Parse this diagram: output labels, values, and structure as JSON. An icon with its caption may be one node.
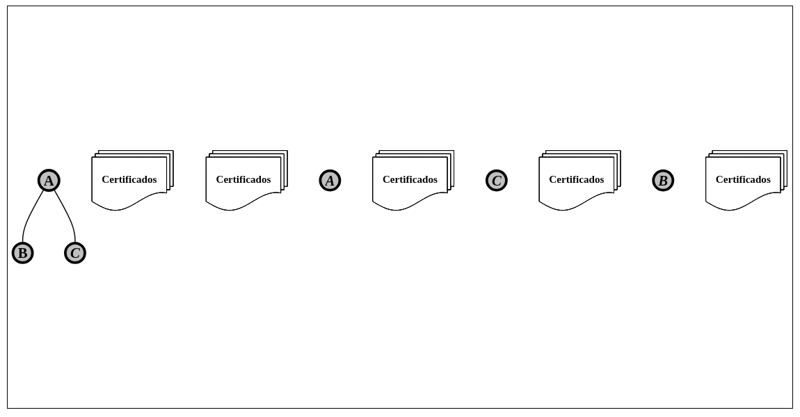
{
  "diagram": {
    "nodes": [
      {
        "text": [
          "A"
        ]
      },
      {
        "text": [
          "B"
        ]
      },
      {
        "text": [
          "C"
        ]
      },
      {
        "text": [
          "Certificados"
        ]
      },
      {
        "text": [
          "Certificados"
        ]
      },
      {
        "text": [
          "A"
        ]
      },
      {
        "text": [
          "Certificados"
        ]
      },
      {
        "text": [
          "C"
        ]
      },
      {
        "text": [
          "Certificados"
        ]
      },
      {
        "text": [
          "B"
        ]
      },
      {
        "text": [
          "Certificados"
        ]
      }
    ],
    "edges": [
      {
        "from": 0,
        "to": 1,
        "arrow": "none"
      },
      {
        "from": 0,
        "to": 2,
        "arrow": "none"
      }
    ]
  }
}
